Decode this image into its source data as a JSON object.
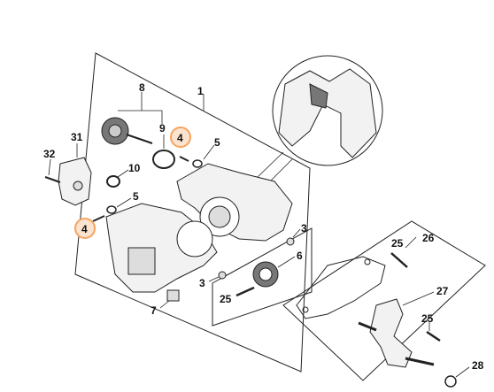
{
  "diagram": {
    "callouts": [
      {
        "id": "c1",
        "label": "1"
      },
      {
        "id": "c3a",
        "label": "3"
      },
      {
        "id": "c3b",
        "label": "3"
      },
      {
        "id": "c4a",
        "label": "4"
      },
      {
        "id": "c4b",
        "label": "4"
      },
      {
        "id": "c5a",
        "label": "5"
      },
      {
        "id": "c5b",
        "label": "5"
      },
      {
        "id": "c6",
        "label": "6"
      },
      {
        "id": "c7",
        "label": "7"
      },
      {
        "id": "c8",
        "label": "8"
      },
      {
        "id": "c9",
        "label": "9"
      },
      {
        "id": "c10",
        "label": "10"
      },
      {
        "id": "c25a",
        "label": "25"
      },
      {
        "id": "c25b",
        "label": "25"
      },
      {
        "id": "c25c",
        "label": "25"
      },
      {
        "id": "c26",
        "label": "26"
      },
      {
        "id": "c27",
        "label": "27"
      },
      {
        "id": "c28",
        "label": "28"
      },
      {
        "id": "c31",
        "label": "31"
      },
      {
        "id": "c32",
        "label": "32"
      }
    ],
    "highlight_color": "#f4a460",
    "highlight_fill": "#fbe3cf"
  }
}
